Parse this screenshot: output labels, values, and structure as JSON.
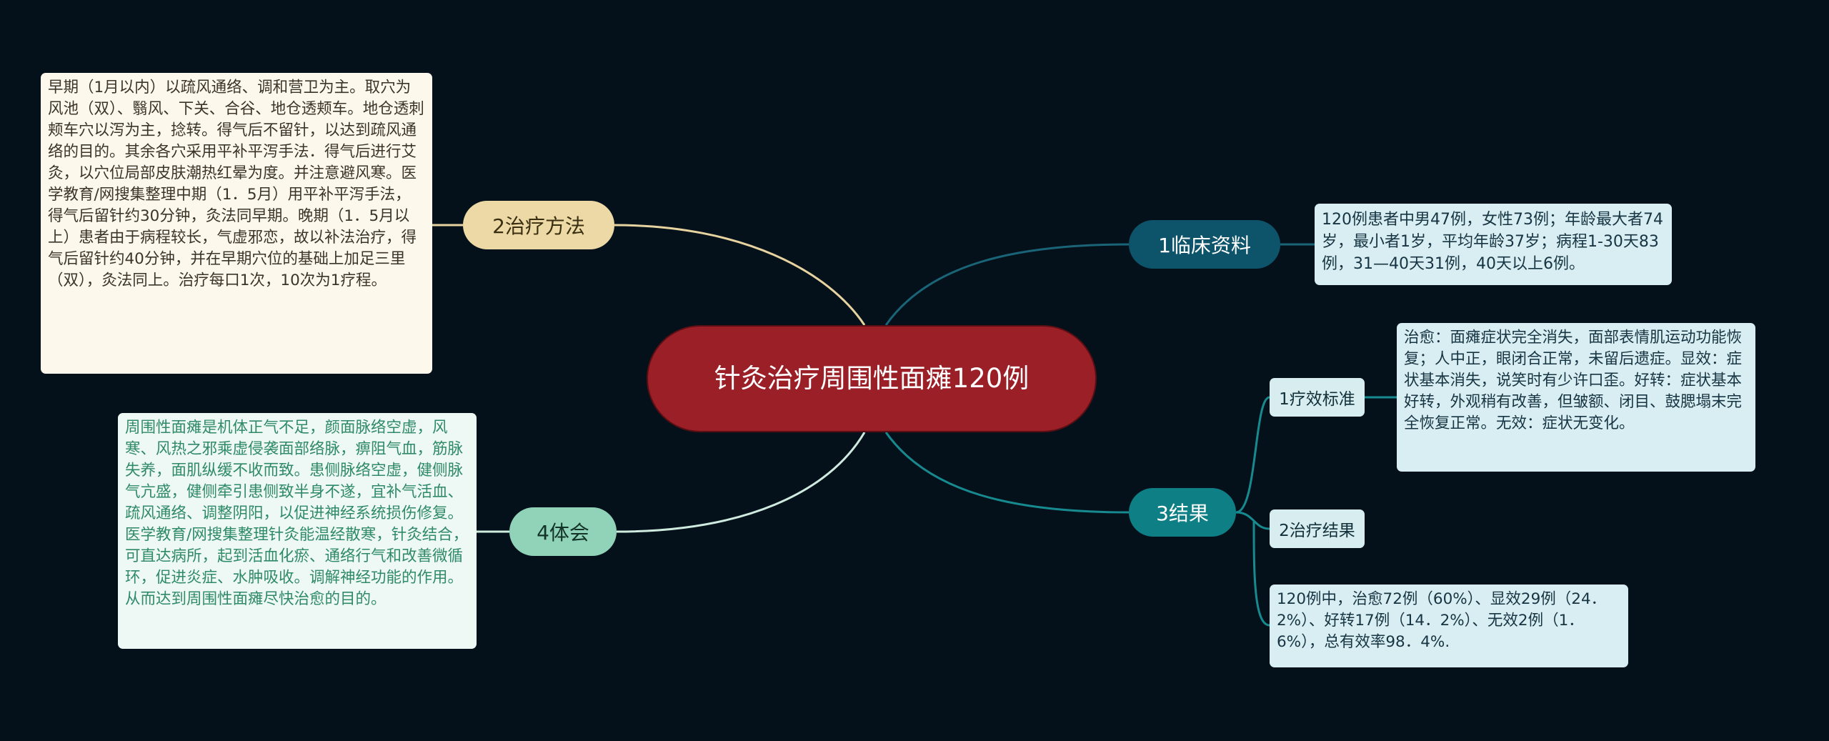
{
  "central_topic": "针灸治疗周围性面瘫120例",
  "branches": {
    "b1": {
      "label": "1临床资料",
      "note": "120例患者中男47例，女性73例；年龄最大者74岁，最小者1岁，平均年龄37岁；病程1-30天83例，31—40天31例，40天以上6例。"
    },
    "b2": {
      "label": "2治疗方法",
      "note": "早期（1月以内）以疏风通络、调和营卫为主。取穴为风池（双）、翳风、下关、合谷、地仓透颊车。地仓透刺颊车穴以泻为主，捻转。得气后不留针，以达到疏风通络的目的。其余各穴采用平补平泻手法．得气后进行艾灸，以穴位局部皮肤潮热红晕为度。并注意避风寒。医学教育/网搜集整理中期（1．5月）用平补平泻手法，得气后留针约30分钟，灸法同早期。晚期（1．5月以上）患者由于病程较长，气虚邪恋，故以补法治疗，得气后留针约40分钟，并在早期穴位的基础上加足三里（双），灸法同上。治疗每口1次，10次为1疗程。"
    },
    "b3": {
      "label": "3结果",
      "sub1": {
        "label": "1疗效标准",
        "note": "治愈：面瘫症状完全消失，面部表情肌运动功能恢复；人中正，眼闭合正常，未留后遗症。显效：症状基本消失，说笑时有少许口歪。好转：症状基本好转，外观稍有改善，但皱额、闭目、鼓腮塌末完全恢复正常。无效：症状无变化。"
      },
      "sub2": {
        "label": "2治疗结果",
        "note": "120例中，治愈72例（60%）、显效29例（24．2%）、好转17例（14．2%）、无效2例（1．6%），总有效率98．4%."
      }
    },
    "b4": {
      "label": "4体会",
      "note": "周围性面瘫是机体正气不足，颜面脉络空虚，风寒、风热之邪乘虚侵袭面部络脉，痹阻气血，筋脉失养，面肌纵缓不收而致。患侧脉络空虚，健侧脉气亢盛，健侧牵引患侧致半身不遂，宜补气活血、疏风通络、调整阴阳，以促进神经系统损伤修复。医学教育/网搜集整理针灸能温经散寒，针灸结合，可直达病所，起到活血化瘀、通络行气和改善微循环，促进炎症、水肿吸收。调解神经功能的作用。从而达到周围性面瘫尽快治愈的目的。"
    }
  },
  "colors": {
    "background": "#04111a",
    "central": "#9b1f27",
    "branch1": "#0d5369",
    "branch2": "#ecd9a6",
    "branch3": "#0e7f85",
    "branch4": "#91d3b8"
  }
}
